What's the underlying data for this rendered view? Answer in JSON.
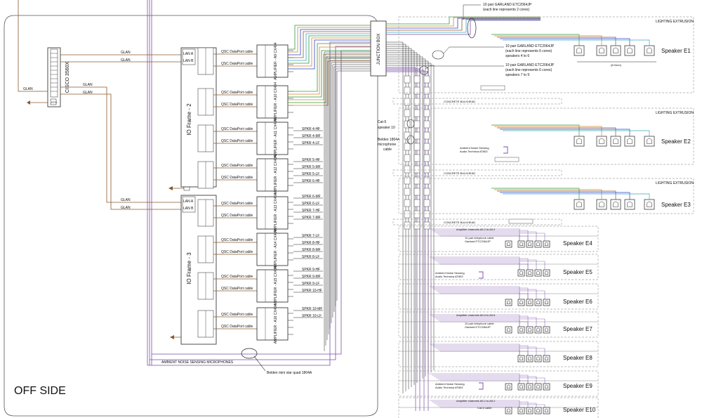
{
  "title": "OFF SIDE",
  "switch": {
    "label": "CISCO 3560X",
    "port": "ETH",
    "glan": "GLAN",
    "glan_left": "GLAN"
  },
  "io_frames": [
    "IO Frame - 2",
    "IO Frame - 3"
  ],
  "lan_labels": [
    "LAN A",
    "LAN B"
  ],
  "dataport_label": "QSC DataPort cable",
  "amplifiers": [
    "AMPLIFIER - A9 CX404",
    "AMPLIFIER - A10 CX404",
    "AMPLIFIER - A11 CX404",
    "AMPLIFIER - A12 CX404",
    "AMPLIFIER - A13 CX404",
    "AMPLIFIER - A14 CX404",
    "AMPLIFIER - A15 CX404",
    "AMPLIFIER - A16 CX404"
  ],
  "spkr_labels": [
    [
      "SPKR 4-HF",
      "SPKR 4-MF",
      "SPKR 4-LF"
    ],
    [
      "SPKR 5-HF",
      "SPKR 5-MF",
      "SPKR 5-LF",
      "SPKR 6-HF"
    ],
    [
      "SPKR 6-MF",
      "SPKR 6-LF",
      "SPKR 7-HF",
      "SPKR 7-MF"
    ],
    [
      "SPKR 7-LF",
      "SPKR 8-HF",
      "SPKR 8-MF",
      "SPKR 8-LF"
    ],
    [
      "SPKR 9-HF",
      "SPKR 9-MF",
      "SPKR 9-LF",
      "SPKR 10-HF"
    ],
    [
      "SPKR 10-MF",
      "SPKR 10-LF"
    ]
  ],
  "junction_box": "JUNCTION BOX",
  "ambient_label": "AMBIENT NOISE SENSING MICROPHONES",
  "belden_bottom": "Belden mini star quad 1804A",
  "belden_side": [
    "Belden 1804A",
    "microphone",
    "cable"
  ],
  "cat5_side": [
    "Cat-5",
    "speaker 10"
  ],
  "garland_top": [
    "10 pair GARLAND ETC2064JP",
    "(each line represents 2 cores)"
  ],
  "garland_mid": [
    "10 pair GARLAND ETC2064JP",
    "(each line represents 6 cores)",
    "speakers 4 to 6"
  ],
  "garland_low": [
    "10 pair GARLAND ETC2064JP",
    "(each line represents 6 cores)",
    "speakers 7 to 9"
  ],
  "lighting_label": "LIGHTING EXTRUSION",
  "concrete_label": "CONCRETE BULKHEAD",
  "ambient_mic": [
    "Ambient Noise Sensing",
    "Audio Technica AT803"
  ],
  "amp_channels": [
    "Amplifier channels A9.2 to A9.2",
    "Amplifier channels A9.2 to A9.2",
    "Amplifier channels A9.6 to A9.6"
  ],
  "tel_cable": [
    "10 pair telephone cable",
    "Garland ETC2064JP"
  ],
  "cat5_cable": "Cat-5 cable",
  "bracket_note": "(8.0mm)",
  "speakers": [
    "Speaker E1",
    "Speaker E2",
    "Speaker E3",
    "Speaker E4",
    "Speaker E5",
    "Speaker E6",
    "Speaker E7",
    "Speaker E8",
    "Speaker E9",
    "Speaker E10"
  ],
  "colors": {
    "line": "#222222",
    "purple": "#7a4ea8",
    "orange": "#d9822b",
    "green": "#2f9a3a",
    "blue": "#2a45c8",
    "brown": "#8a5a2b",
    "cyan": "#3aa6c4",
    "dashed": "#a8a8a8"
  }
}
